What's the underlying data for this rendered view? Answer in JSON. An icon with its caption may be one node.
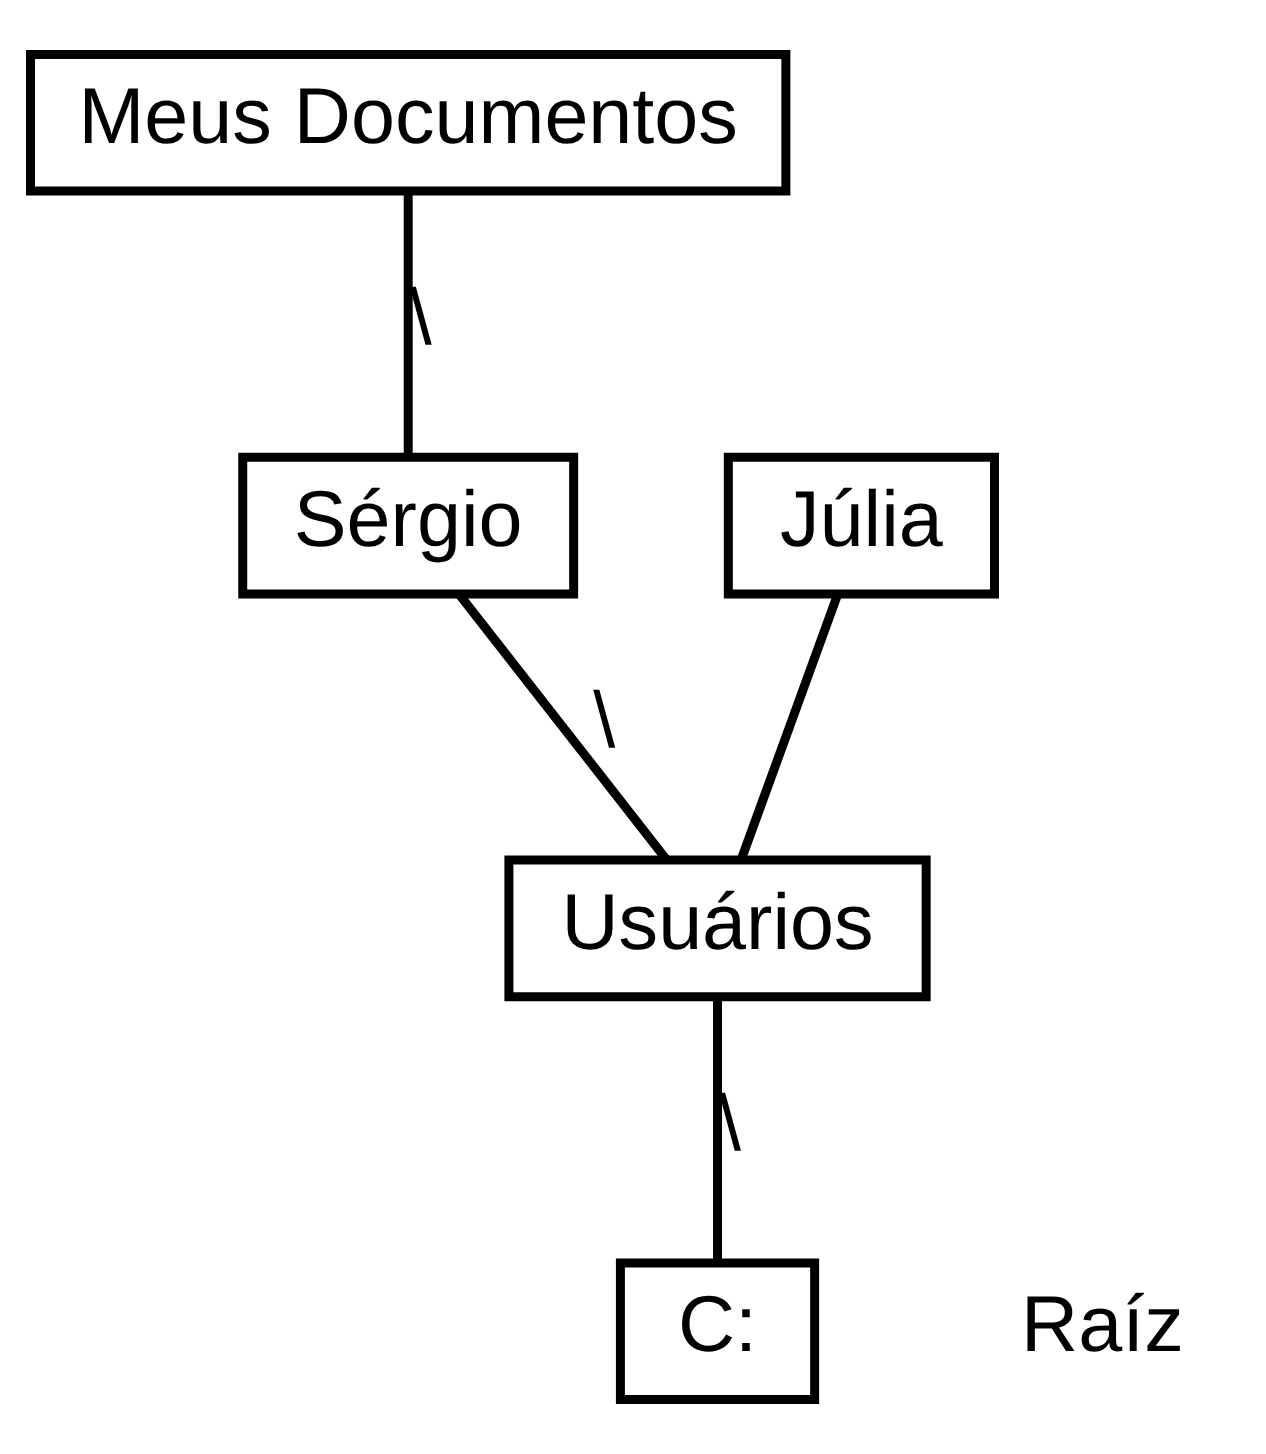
{
  "diagram": {
    "nodes": [
      {
        "text": [
          "Meus Documentos"
        ]
      },
      {
        "text": [
          "Sérgio"
        ]
      },
      {
        "text": [
          "Júlia"
        ]
      },
      {
        "text": [
          "Usuários"
        ]
      },
      {
        "text": [
          "C:"
        ],
        "beside": [
          "Raíz"
        ]
      }
    ],
    "edges": [
      {
        "from": 0,
        "to": 1,
        "arrow": "none",
        "label": "\\"
      },
      {
        "from": 1,
        "to": 3,
        "arrow": "none",
        "label": "\\"
      },
      {
        "from": 2,
        "to": 3,
        "arrow": "none"
      },
      {
        "from": 3,
        "to": 4,
        "arrow": "none",
        "label": "\\"
      }
    ]
  }
}
